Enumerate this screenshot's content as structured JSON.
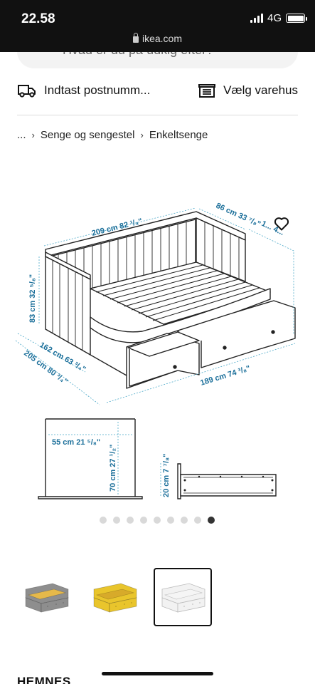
{
  "status_bar": {
    "time": "22.58",
    "network": "4G",
    "url": "ikea.com"
  },
  "search": {
    "placeholder": "Hvad er du på udkig efter?"
  },
  "delivery": {
    "postcode_label": "Indtast postnumm...",
    "store_label": "Vælg varehus"
  },
  "breadcrumb": {
    "ellipsis": "...",
    "items": [
      "Senge og sengestel",
      "Enkeltsenge"
    ]
  },
  "dimensions": {
    "length": "189 cm 74 ³/₈\"",
    "total_length": "209 cm 82 ¹/₄\"",
    "depth": "86 cm 33 ⁷/₈\"",
    "cut_dim": "1... 4...",
    "height": "83 cm 32 ⁵/₈\"",
    "width_closed": "162 cm 63 ³/₄\"",
    "width_open": "205 cm 80 ³/₄\"",
    "inner_width": "55 cm 21 ⁵/₈\"",
    "inner_height": "70 cm 27 ¹/₂\"",
    "drawer_height": "20 cm 7 ⁷/₈\""
  },
  "gallery": {
    "dot_count": 9,
    "active_dot": 9,
    "thumbnails": [
      {
        "color_name": "grey",
        "color": "#8e8e8e",
        "mattress": "#e6b94a"
      },
      {
        "color_name": "yellow",
        "color": "#e9c52c",
        "mattress": "#d7aa2a"
      },
      {
        "color_name": "white",
        "color": "#f2f2f2",
        "mattress": "#f5f5f5"
      }
    ],
    "selected_thumb": 3
  },
  "product": {
    "name": "HEMNES"
  },
  "icons": {
    "truck": "truck-icon",
    "store": "store-icon",
    "heart": "heart-icon",
    "lock": "lock-icon"
  }
}
